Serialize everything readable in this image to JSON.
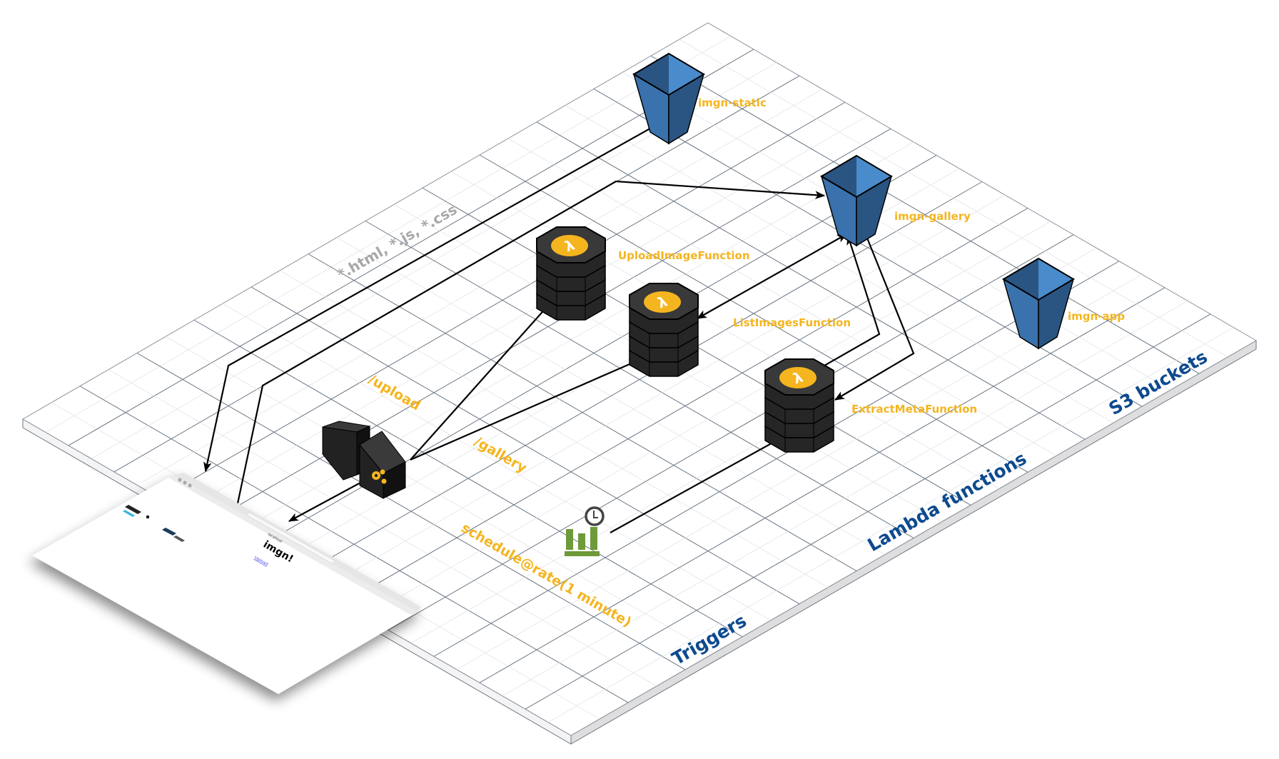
{
  "diagram": {
    "zones": [
      {
        "id": "triggers",
        "label": "Triggers"
      },
      {
        "id": "lambda",
        "label": "Lambda functions"
      },
      {
        "id": "s3",
        "label": "S3 buckets"
      }
    ],
    "buckets": [
      {
        "id": "static",
        "label": "imgn-static"
      },
      {
        "id": "gallery",
        "label": "imgn-gallery"
      },
      {
        "id": "app",
        "label": "imgn-app"
      }
    ],
    "functions": [
      {
        "id": "upload",
        "label": "UploadImageFunction"
      },
      {
        "id": "list",
        "label": "ListImagesFunction"
      },
      {
        "id": "extract",
        "label": "ExtractMetaFunction"
      }
    ],
    "routes": {
      "upload": "/upload",
      "gallery": "/gallery",
      "schedule": "schedule@rate(1 minute)",
      "static_files": "*.html, *.js, *.css"
    },
    "colors": {
      "label": "#f5b51f",
      "zone": "#0d4a8f",
      "bucket_light": "#4a8bcb",
      "bucket_dark": "#2a5583",
      "lambda_body": "#262626",
      "schedule": "#6e9a3a"
    }
  },
  "browser": {
    "url": "localhost",
    "title": "imgn!",
    "link": "Upload"
  }
}
